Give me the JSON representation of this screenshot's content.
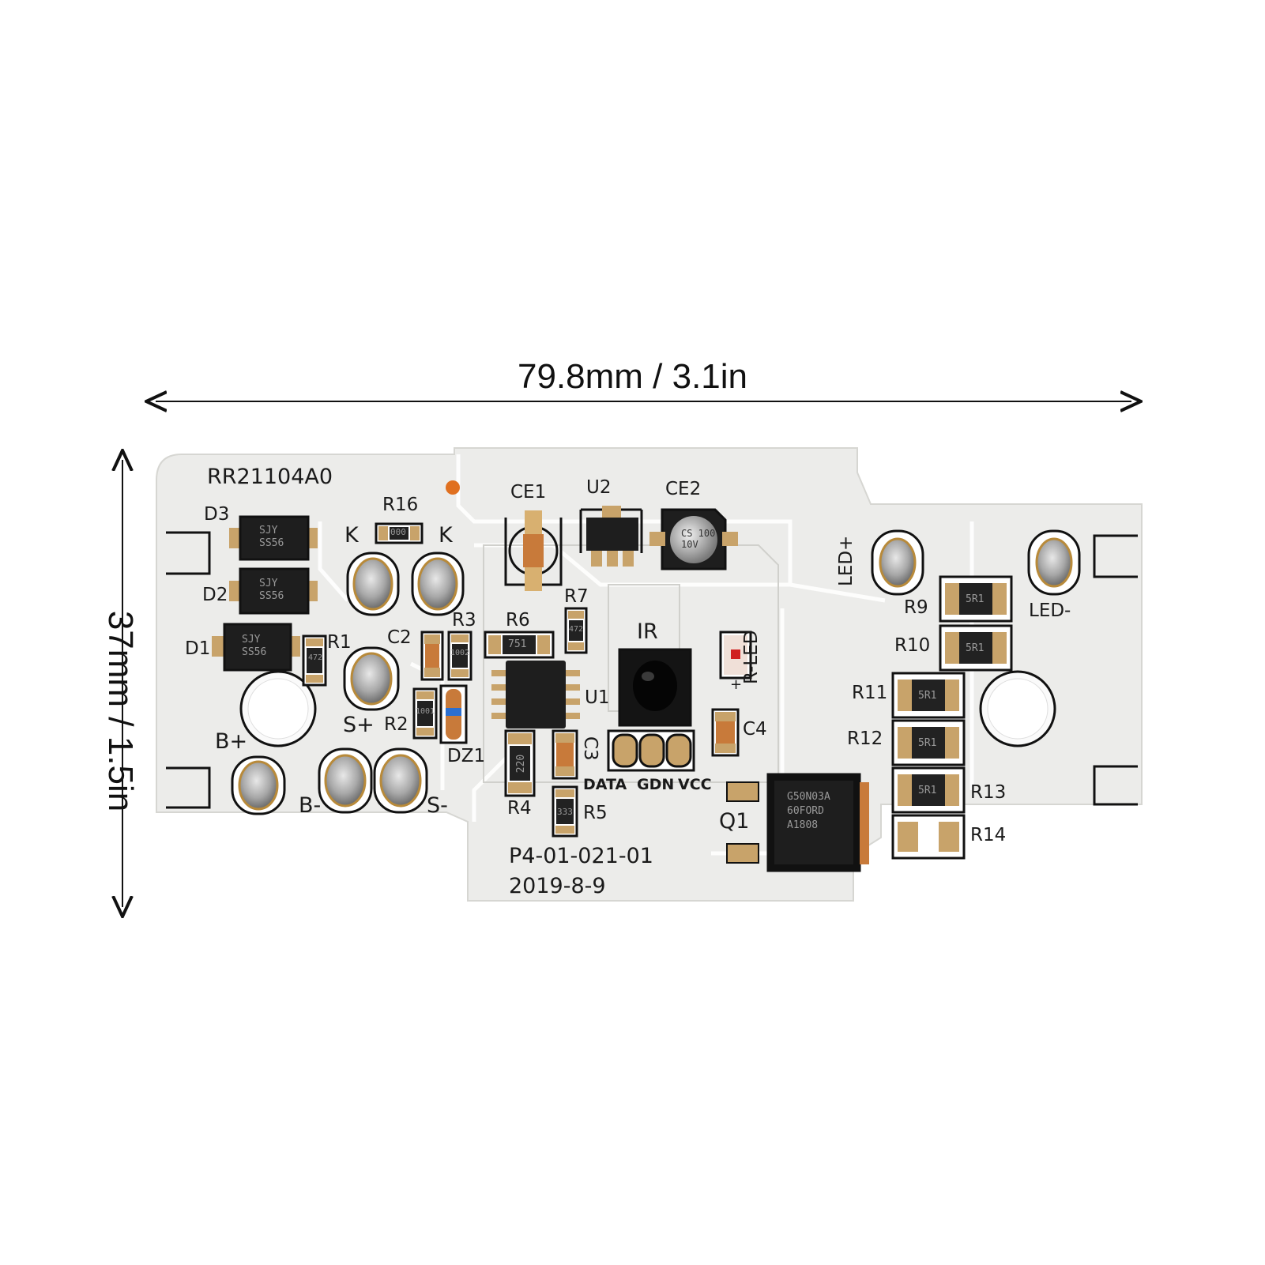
{
  "dimensions": {
    "width_label": "79.8mm / 3.1in",
    "height_label": "37mm / 1.5in"
  },
  "board": {
    "part_code": "RR21104A0",
    "model_number": "P4-01-021-01",
    "date_code": "2019-8-9",
    "labels": {
      "d3": "D3",
      "d2": "D2",
      "d1": "D1",
      "r16": "R16",
      "k_left": "K",
      "k_right": "K",
      "ce1": "CE1",
      "u2": "U2",
      "ce2": "CE2",
      "r7": "R7",
      "r6": "R6",
      "r3": "R3",
      "r1": "R1",
      "c2": "C2",
      "ir": "IR",
      "r_led": "R-LED",
      "plus": "+",
      "u1": "U1",
      "c4": "C4",
      "c3": "C3",
      "s_plus": "S+",
      "r2": "R2",
      "dz1": "DZ1",
      "b_plus": "B+",
      "b_minus": "B-",
      "s_minus": "S-",
      "r4": "R4",
      "r5": "R5",
      "q1": "Q1",
      "data": "DATA",
      "gdn": "GDN",
      "vcc": "VCC",
      "led_plus": "LED+",
      "led_minus": "LED-",
      "r9": "R9",
      "r10": "R10",
      "r11": "R11",
      "r12": "R12",
      "r13": "R13",
      "r14": "R14"
    },
    "chip_marks": {
      "d3": "SJY\nSS56",
      "d2": "SJY\nSS56",
      "d1": "SJY\nSS56",
      "r16": "000",
      "r1": "472",
      "r3": "1002",
      "r2": "1001",
      "r6": "751",
      "r7": "472",
      "r4": "220",
      "r5": "333",
      "ce2": "CS 100\n10V",
      "q1": "G50N03A\n60FORD\nA1808",
      "sr1": "5R1"
    },
    "colors": {
      "board": "#ececea",
      "copper_line": "#ffffff",
      "pad": "#c8a36a",
      "chip": "#1e1e1e",
      "resistor": "#222222",
      "solder": "#b8b8b8",
      "ir_dome": "#050505"
    }
  }
}
